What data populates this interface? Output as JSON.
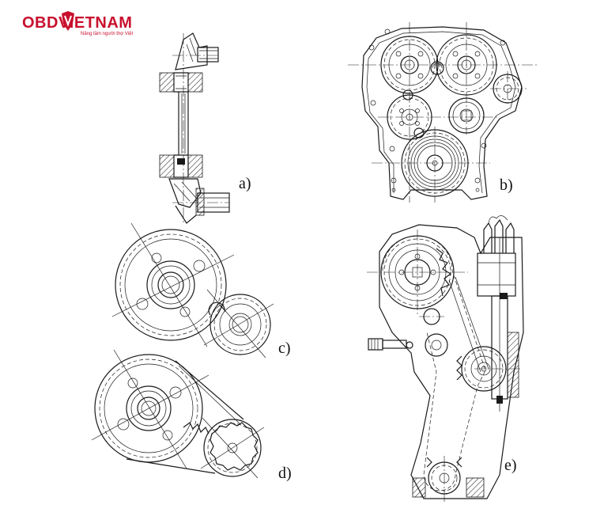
{
  "logo": {
    "name_part1": "OBD",
    "name_part2": "VIETNAM",
    "tagline": "Nâng tầm người thợ Việt",
    "color_primary": "#c8102e",
    "color_dark": "#1a1a1a",
    "icon": "shield-v-icon"
  },
  "figure": {
    "labels": {
      "a": "a)",
      "b": "b)",
      "c": "c)",
      "d": "d)",
      "e": "e)"
    }
  }
}
